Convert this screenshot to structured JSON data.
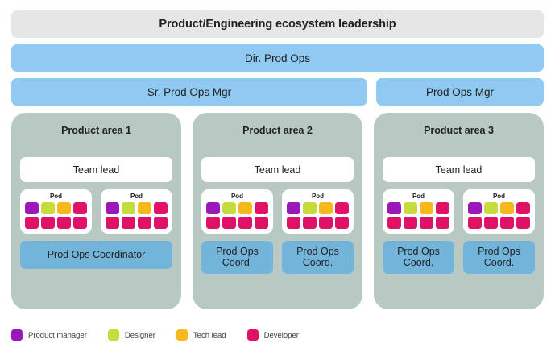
{
  "header": {
    "leadership_label": "Product/Engineering ecosystem leadership",
    "director_label": "Dir. Prod Ops"
  },
  "managers": [
    {
      "label": "Sr. Prod Ops Mgr",
      "size": "senior"
    },
    {
      "label": "Prod Ops Mgr",
      "size": "regular"
    }
  ],
  "areas": [
    {
      "title": "Product area 1",
      "team_lead_label": "Team lead",
      "pods": [
        {
          "label": "Pod",
          "roles": [
            "product-manager",
            "designer",
            "tech-lead",
            "developer",
            "developer",
            "developer",
            "developer",
            "developer"
          ]
        },
        {
          "label": "Pod",
          "roles": [
            "product-manager",
            "designer",
            "tech-lead",
            "developer",
            "developer",
            "developer",
            "developer",
            "developer"
          ]
        }
      ],
      "coordinators": [
        {
          "label": "Prod Ops Coordinator",
          "span": "wide"
        }
      ]
    },
    {
      "title": "Product area 2",
      "team_lead_label": "Team lead",
      "pods": [
        {
          "label": "Pod",
          "roles": [
            "product-manager",
            "designer",
            "tech-lead",
            "developer",
            "developer",
            "developer",
            "developer",
            "developer"
          ]
        },
        {
          "label": "Pod",
          "roles": [
            "product-manager",
            "designer",
            "tech-lead",
            "developer",
            "developer",
            "developer",
            "developer",
            "developer"
          ]
        }
      ],
      "coordinators": [
        {
          "label": "Prod Ops\nCoord.",
          "span": "half"
        },
        {
          "label": "Prod Ops\nCoord.",
          "span": "half"
        }
      ]
    },
    {
      "title": "Product area 3",
      "team_lead_label": "Team lead",
      "pods": [
        {
          "label": "Pod",
          "roles": [
            "product-manager",
            "designer",
            "tech-lead",
            "developer",
            "developer",
            "developer",
            "developer",
            "developer"
          ]
        },
        {
          "label": "Pod",
          "roles": [
            "product-manager",
            "designer",
            "tech-lead",
            "developer",
            "developer",
            "developer",
            "developer",
            "developer"
          ]
        }
      ],
      "coordinators": [
        {
          "label": "Prod Ops\nCoord.",
          "span": "half"
        },
        {
          "label": "Prod Ops\nCoord.",
          "span": "half"
        }
      ]
    }
  ],
  "legend": [
    {
      "label": "Product manager",
      "role": "product-manager",
      "color": "#9b18b8"
    },
    {
      "label": "Designer",
      "role": "designer",
      "color": "#c5dc3c"
    },
    {
      "label": "Tech lead",
      "role": "tech-lead",
      "color": "#f5b91e"
    },
    {
      "label": "Developer",
      "role": "developer",
      "color": "#e01267"
    }
  ],
  "colors": {
    "leadership_bar": "#e6e6e6",
    "manager_bar": "#90c9f2",
    "area_card": "#b7c9c2",
    "coordinator_box": "#73b4da",
    "pod_card": "#ffffff",
    "text": "#222222"
  }
}
